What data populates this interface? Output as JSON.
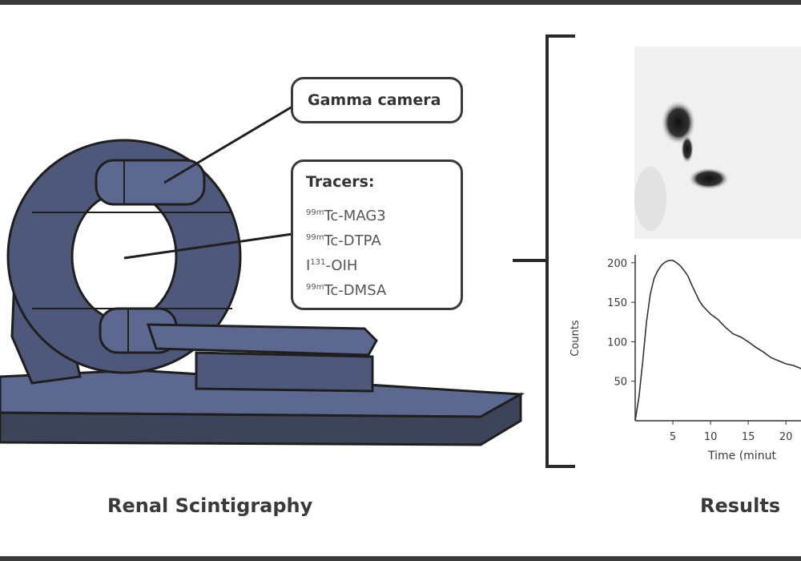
{
  "camera_label": "Gamma camera",
  "tracers": {
    "title": "Tracers:",
    "items": [
      {
        "sup": "99m",
        "name": "Tc-MAG3"
      },
      {
        "sup": "99m",
        "name": "Tc-DTPA"
      },
      {
        "sup": "131",
        "name": "-OIH",
        "prefix": "I"
      },
      {
        "sup": "99m",
        "name": "Tc-DMSA"
      }
    ]
  },
  "captions": {
    "left": "Renal Scintigraphy",
    "right": "Results"
  },
  "colors": {
    "scanner_dark": "#3d4459",
    "scanner_mid": "#4e587a",
    "scanner_light": "#5c6890",
    "outline": "#1f1f1f"
  },
  "chart_data": {
    "type": "line",
    "ylabel": "Counts",
    "xlabel": "Time (minut",
    "x_ticks": [
      5,
      10,
      15,
      20
    ],
    "y_ticks": [
      50,
      100,
      150,
      200
    ],
    "xlim": [
      0,
      22
    ],
    "ylim": [
      0,
      210
    ],
    "series": [
      {
        "x": [
          0,
          0.5,
          1,
          1.5,
          2,
          2.5,
          3,
          3.5,
          4,
          4.5,
          5,
          5.5,
          6,
          6.5,
          7,
          7.5,
          8,
          8.5,
          9,
          9.5,
          10,
          11,
          12,
          13,
          14,
          15,
          16,
          17,
          18,
          19,
          20,
          21,
          22
        ],
        "y": [
          0,
          30,
          75,
          125,
          160,
          180,
          190,
          197,
          201,
          203,
          203,
          200,
          196,
          190,
          183,
          172,
          162,
          152,
          145,
          140,
          135,
          128,
          118,
          110,
          106,
          100,
          93,
          87,
          80,
          76,
          72,
          70,
          66
        ]
      }
    ]
  }
}
